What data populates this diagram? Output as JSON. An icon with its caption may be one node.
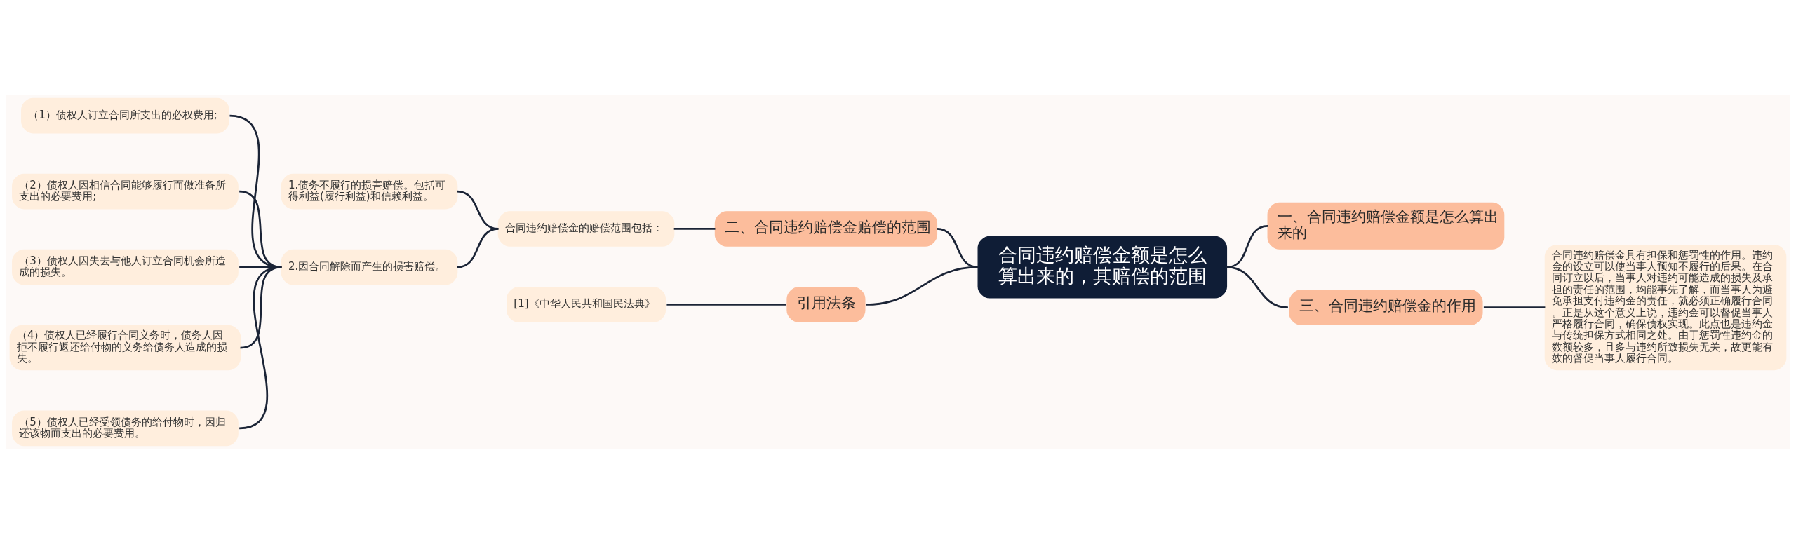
{
  "diagram": {
    "nodes": [
      {
        "text": [
          "合同违约赔偿金额是怎么算出来的，其赔偿的范围"
        ]
      },
      {
        "text": [
          "二、合同违约赔偿金赔偿的范围"
        ]
      },
      {
        "text": [
          "合同违约赔偿金的赔偿范围包括："
        ]
      },
      {
        "text": [
          "1.债务不履行的损害赔偿。包括可得利益(履行利益)和信赖利益。"
        ]
      },
      {
        "text": [
          "2.因合同解除而产生的损害赔偿。"
        ]
      },
      {
        "text": [
          "（1）债权人订立合同所支出的必权费用;"
        ]
      },
      {
        "text": [
          "（2）债权人因相信合同能够履行而做准备所支出的必要费用;"
        ]
      },
      {
        "text": [
          "（3）债权人因失去与他人订立合同机会所造成的损失。"
        ]
      },
      {
        "text": [
          "（4）债权人已经履行合同义务时，债务人因拒不履行返还给付物的义务给债务人造成的损失。"
        ]
      },
      {
        "text": [
          "（5）债权人已经受领债务的给付物时，因归还该物而支出的必要费用。"
        ]
      },
      {
        "text": [
          "引用法条"
        ]
      },
      {
        "text": [
          "[1]《中华人民共和国民法典》"
        ]
      },
      {
        "text": [
          "一、合同违约赔偿金额是怎么算出来的"
        ]
      },
      {
        "text": [
          "三、合同违约赔偿金的作用"
        ]
      },
      {
        "text": [
          "合同违约赔偿金具有担保和惩罚性的作用。违约金的设立可以使当事人预知不履行的后果。在合同订立以后，当事人对违约可能造成的损失及承担的责任的范围，均能事先了解，而当事人为避免承担支付违约金的责任，就必须正确履行合同。正是从这个意义上说，违约金可以督促当事人严格履行合同，确保债权实现。此点也是违约金与传统担保方式相同之处。由于惩罚性违约金的数额较多，且多与违约所致损失无关，故更能有效的督促当事人履行合同。"
        ]
      }
    ],
    "edges": [
      {
        "from": 1,
        "to": 0,
        "arrow": "none"
      },
      {
        "from": 2,
        "to": 1,
        "arrow": "none"
      },
      {
        "from": 3,
        "to": 2,
        "arrow": "none"
      },
      {
        "from": 4,
        "to": 2,
        "arrow": "none"
      },
      {
        "from": 5,
        "to": 4,
        "arrow": "none"
      },
      {
        "from": 6,
        "to": 4,
        "arrow": "none"
      },
      {
        "from": 7,
        "to": 4,
        "arrow": "none"
      },
      {
        "from": 8,
        "to": 4,
        "arrow": "none"
      },
      {
        "from": 9,
        "to": 4,
        "arrow": "none"
      },
      {
        "from": 10,
        "to": 0,
        "arrow": "none"
      },
      {
        "from": 11,
        "to": 10,
        "arrow": "none"
      },
      {
        "from": 0,
        "to": 12,
        "arrow": "none"
      },
      {
        "from": 0,
        "to": 13,
        "arrow": "none"
      },
      {
        "from": 13,
        "to": 14,
        "arrow": "none"
      }
    ]
  }
}
